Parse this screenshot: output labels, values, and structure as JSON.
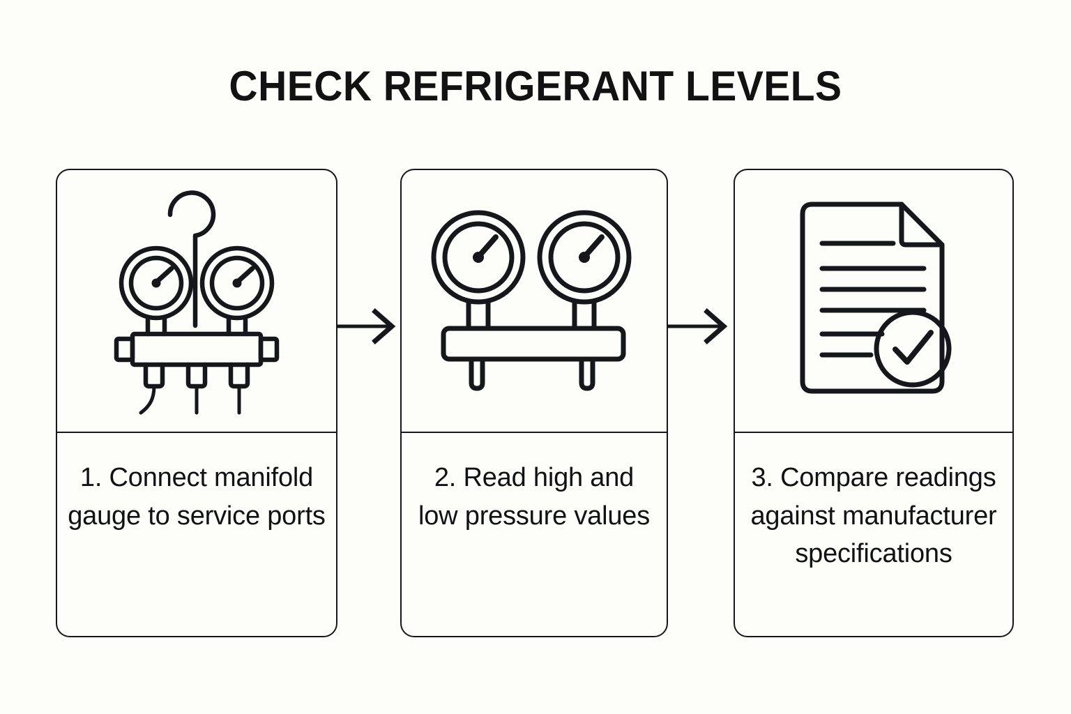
{
  "page": {
    "title": "CHECK REFRIGERANT LEVELS",
    "background_color": "#fdfdfa",
    "line_color": "#15171a",
    "text_color": "#101113"
  },
  "steps": [
    {
      "number": "1",
      "icon": "manifold-gauge-set-icon",
      "caption": "1. Connect manifold gauge to service ports"
    },
    {
      "number": "2",
      "icon": "dual-pressure-gauge-icon",
      "caption": "2. Read high and low pressure values"
    },
    {
      "number": "3",
      "icon": "document-checkmark-icon",
      "caption": "3. Compare readings against manufacturer specifications"
    }
  ],
  "connectors": [
    {
      "name": "arrow-step1-to-step2",
      "glyph": "right-arrow-icon"
    },
    {
      "name": "arrow-step2-to-step3",
      "glyph": "right-arrow-icon"
    }
  ]
}
